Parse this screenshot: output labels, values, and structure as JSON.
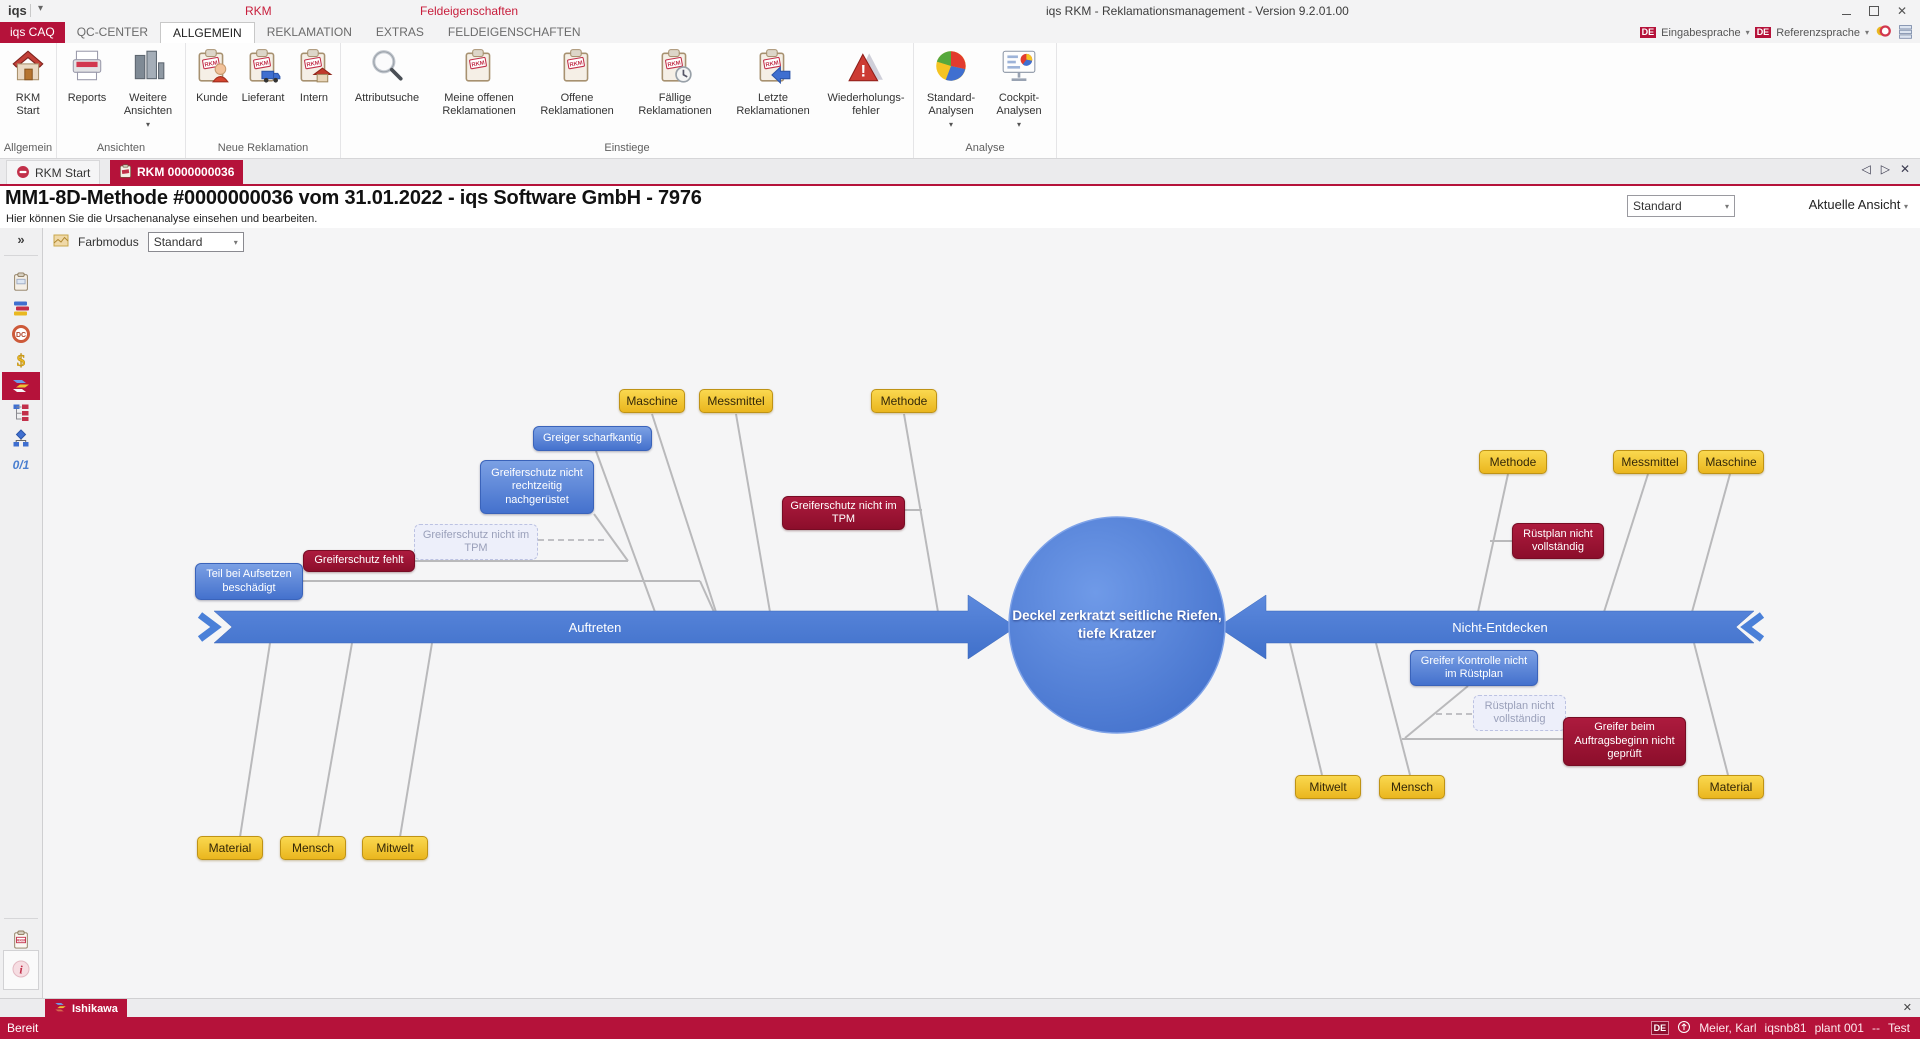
{
  "window": {
    "app_button": "iqs",
    "context_groups": [
      "RKM",
      "Feldeigenschaften"
    ],
    "title": "iqs RKM - Reklamationsmanagement - Version 9.2.01.00"
  },
  "icons": {
    "close": "✕",
    "chevron_down": "▾",
    "nav_prev": "◁",
    "nav_next": "▷",
    "expander": "»"
  },
  "ribbon_tabs": {
    "caq": "iqs CAQ",
    "items": [
      "QC-CENTER",
      "ALLGEMEIN",
      "REKLAMATION",
      "EXTRAS",
      "FELDEIGENSCHAFTEN"
    ],
    "active": "ALLGEMEIN",
    "lang": {
      "input_badge": "DE",
      "input_label": "Eingabesprache",
      "reference_badge": "DE",
      "reference_label": "Referenzsprache"
    }
  },
  "ribbon": {
    "groups": [
      {
        "label": "Allgemein",
        "buttons": [
          {
            "label": "RKM Start",
            "icon": "home-icon"
          }
        ]
      },
      {
        "label": "Ansichten",
        "buttons": [
          {
            "label": "Reports",
            "icon": "printer-icon"
          },
          {
            "label": "Weitere Ansichten",
            "icon": "views-icon",
            "dropdown": true
          }
        ]
      },
      {
        "label": "Neue Reklamation",
        "buttons": [
          {
            "label": "Kunde",
            "icon": "clipboard-person-icon"
          },
          {
            "label": "Lieferant",
            "icon": "clipboard-truck-icon"
          },
          {
            "label": "Intern",
            "icon": "clipboard-house-icon"
          }
        ]
      },
      {
        "label": "Einstiege",
        "buttons": [
          {
            "label": "Attributsuche",
            "icon": "magnifier-icon"
          },
          {
            "label": "Meine offenen Reklamationen",
            "icon": "clipboard-icon"
          },
          {
            "label": "Offene Reklamationen",
            "icon": "clipboard-icon"
          },
          {
            "label": "Fällige Reklamationen",
            "icon": "clipboard-clock-icon"
          },
          {
            "label": "Letzte Reklamationen",
            "icon": "clipboard-arrow-icon"
          },
          {
            "label": "Wiederholungs-fehler",
            "icon": "warning-icon"
          }
        ]
      },
      {
        "label": "Analyse",
        "buttons": [
          {
            "label": "Standard-Analysen",
            "icon": "pie-chart-icon",
            "dropdown": true
          },
          {
            "label": "Cockpit-Analysen",
            "icon": "dashboard-icon",
            "dropdown": true
          }
        ]
      }
    ]
  },
  "doc_tabs": {
    "items": [
      {
        "label": "RKM Start",
        "active": false
      },
      {
        "label": "RKM 0000000036",
        "active": true
      }
    ]
  },
  "header": {
    "title": "MM1-8D-Methode #0000000036 vom 31.01.2022 - iqs Software GmbH - 7976",
    "subtitle": "Hier können Sie die Ursachenanalyse einsehen und bearbeiten.",
    "view_value": "Standard",
    "view_menu": "Aktuelle Ansicht"
  },
  "toolbar": {
    "color_mode_label": "Farbmodus",
    "color_mode_value": "Standard"
  },
  "sidebar": {
    "icons": [
      "clipboard-icon",
      "views-stack-icon",
      "dc-badge-icon",
      "costs-dollar-icon",
      "ishikawa-icon",
      "structure-tree-icon",
      "flowchart-icon",
      "binary-icon"
    ],
    "selected": "ishikawa-icon",
    "bottom_icons": [
      "rkm-mini-icon",
      "info-icon"
    ]
  },
  "diagram": {
    "problem": "Deckel zerkratzt seitliche Riefen, tiefe Kratzer",
    "branches": {
      "left": "Auftreten",
      "right": "Nicht-Entdecken"
    },
    "categories": {
      "left_top": [
        "Maschine",
        "Messmittel",
        "Methode"
      ],
      "left_bottom": [
        "Material",
        "Mensch",
        "Mitwelt"
      ],
      "right_top": [
        "Methode",
        "Messmittel",
        "Maschine"
      ],
      "right_bottom": [
        "Mitwelt",
        "Mensch",
        "Material"
      ]
    },
    "causes": [
      {
        "label": "Greiger scharfkantig",
        "status": "possible"
      },
      {
        "label": "Greiferschutz nicht rechtzeitig nachgerüstet",
        "status": "possible"
      },
      {
        "label": "Greiferschutz nicht im TPM",
        "status": "discarded"
      },
      {
        "label": "Greiferschutz fehlt",
        "status": "confirmed"
      },
      {
        "label": "Teil bei Aufsetzen beschädigt",
        "status": "possible"
      },
      {
        "label": "Greiferschutz nicht im TPM",
        "status": "confirmed"
      },
      {
        "label": "Rüstplan nicht vollständig",
        "status": "confirmed"
      },
      {
        "label": "Greifer Kontrolle nicht im Rüstplan",
        "status": "possible"
      },
      {
        "label": "Rüstplan nicht vollständig",
        "status": "discarded"
      },
      {
        "label": "Greifer beim Auftragsbeginn nicht geprüft",
        "status": "confirmed"
      }
    ]
  },
  "bottom_tabs": {
    "items": [
      {
        "label": "Ishikawa"
      }
    ]
  },
  "statusbar": {
    "ready": "Bereit",
    "lang_badge": "DE",
    "user": "Meier, Karl",
    "host": "iqsnb81",
    "plant": "plant 001",
    "separator": "--",
    "environment": "Test"
  },
  "colors": {
    "accent": "#b5123a",
    "branch_blue": "#4a80d8",
    "category_yellow": "#f0c033",
    "cause_blue": "#4f7fd2",
    "cause_red": "#9c1031",
    "cause_faint": "#edeffa",
    "context_red": "#c81e3c"
  }
}
